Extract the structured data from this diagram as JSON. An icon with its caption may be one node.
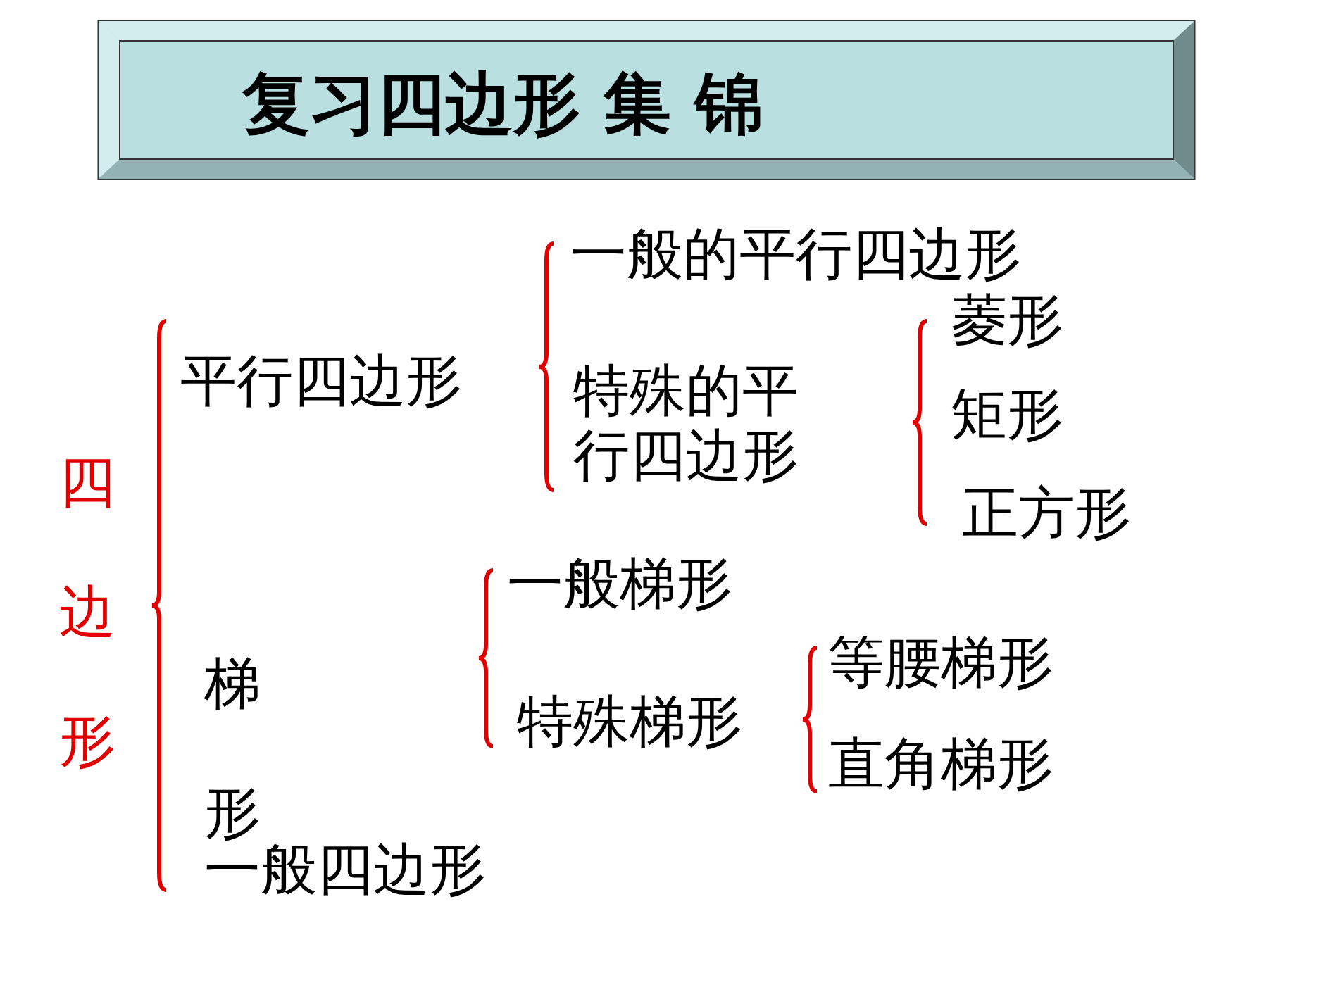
{
  "diagram": {
    "title": "复习四边形 集 锦",
    "labels": [
      "一般的平行四边形",
      "菱形",
      "四边形",
      "平行四边形",
      "特殊的平行四边形",
      "矩形",
      "正方形",
      "一般梯形",
      "梯形",
      "等腰梯形",
      "特殊梯形",
      "直角梯形",
      "一般四边形"
    ]
  }
}
